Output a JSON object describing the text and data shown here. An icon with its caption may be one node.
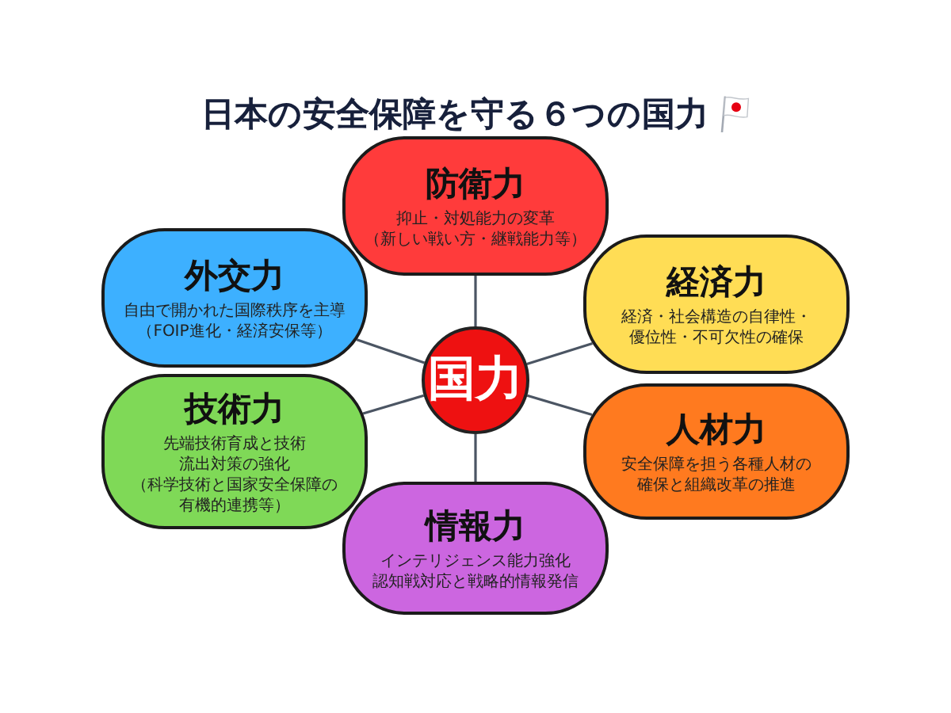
{
  "diagram": {
    "title": "日本の安全保障を守る６つの国力",
    "nodes": [
      {
        "text": [
          "国力"
        ]
      },
      {
        "text": [
          "防衛力",
          "抑止・対処能力の変革",
          "（新しい戦い方・継戦能力等）"
        ]
      },
      {
        "text": [
          "外交力",
          "自由で開かれた国際秩序を主導",
          "（FOIP進化・経済安保等）"
        ]
      },
      {
        "text": [
          "経済力",
          "経済・社会構造の自律性・優位性・不可欠性の確保"
        ]
      },
      {
        "text": [
          "技術力",
          "先端技術育成と技術流出対策の強化",
          "（科学技術と国家安全保障の有機的連携等）"
        ]
      },
      {
        "text": [
          "人材力",
          "安全保障を担う各種人材の確保と組織改革の推進"
        ]
      },
      {
        "text": [
          "情報力",
          "インテリジェンス能力強化",
          "認知戦対応と戦略的情報発信"
        ]
      }
    ],
    "edges": [
      {
        "from": 0,
        "to": 1,
        "arrow": "none"
      },
      {
        "from": 0,
        "to": 2,
        "arrow": "none"
      },
      {
        "from": 0,
        "to": 3,
        "arrow": "none"
      },
      {
        "from": 0,
        "to": 4,
        "arrow": "none"
      },
      {
        "from": 0,
        "to": 5,
        "arrow": "none"
      },
      {
        "from": 0,
        "to": 6,
        "arrow": "none"
      }
    ]
  }
}
